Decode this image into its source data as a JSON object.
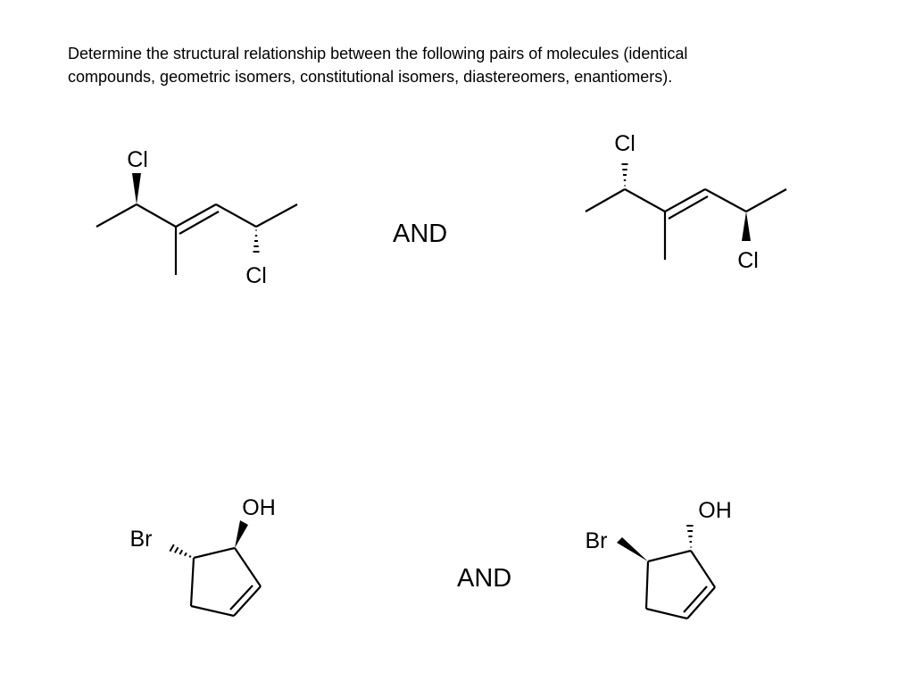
{
  "question": {
    "line1": "Determine the structural relationship between the following pairs of molecules (identical",
    "line2": "compounds, geometric isomers, constitutional isomers, diastereomers, enantiomers)."
  },
  "pairs": [
    {
      "connector": "AND",
      "molecule_a": {
        "labels": {
          "cl_top": "Cl",
          "cl_bottom": "Cl"
        }
      },
      "molecule_b": {
        "labels": {
          "cl_top": "Cl",
          "cl_bottom": "Cl"
        }
      }
    },
    {
      "connector": "AND",
      "molecule_a": {
        "labels": {
          "oh": "OH",
          "br": "Br"
        }
      },
      "molecule_b": {
        "labels": {
          "oh": "OH",
          "br": "Br"
        }
      }
    }
  ]
}
